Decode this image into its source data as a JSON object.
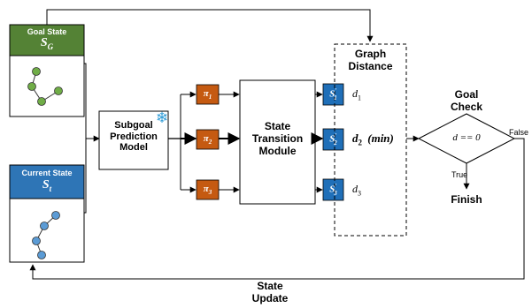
{
  "goal_state": {
    "title": "Goal State",
    "symbol": "S",
    "subscript": "G",
    "header_color": "#548235",
    "node_color": "#70AD47"
  },
  "current_state": {
    "title": "Current State",
    "symbol": "S",
    "subscript": "t",
    "header_color": "#2E75B6",
    "node_color": "#5B9BD5"
  },
  "subgoal_model": {
    "label_line1": "Subgoal",
    "label_line2": "Prediction",
    "label_line3": "Model",
    "icon": "snowflake-icon",
    "icon_color": "#2E9BD6"
  },
  "policies": [
    {
      "symbol": "π",
      "subscript": "1"
    },
    {
      "symbol": "π",
      "subscript": "2"
    },
    {
      "symbol": "π",
      "subscript": "3"
    }
  ],
  "policy_color": "#C55A11",
  "transition_module": {
    "label_line1": "State",
    "label_line2": "Transition",
    "label_line3": "Module"
  },
  "next_states": [
    {
      "symbol": "S",
      "prime": "′",
      "subscript": "1",
      "distance": "d",
      "distance_sub": "1",
      "note": ""
    },
    {
      "symbol": "S",
      "prime": "′",
      "subscript": "2",
      "distance": "d",
      "distance_sub": "2",
      "note": "(min)"
    },
    {
      "symbol": "S",
      "prime": "′",
      "subscript": "3",
      "distance": "d",
      "distance_sub": "3",
      "note": ""
    }
  ],
  "state_color": "#1F6FB8",
  "graph_distance": {
    "line1": "Graph",
    "line2": "Distance"
  },
  "goal_check": {
    "line1": "Goal",
    "line2": "Check",
    "condition": "d == 0",
    "false_label": "False",
    "true_label": "True",
    "finish_label": "Finish"
  },
  "state_update": {
    "line1": "State",
    "line2": "Update"
  }
}
